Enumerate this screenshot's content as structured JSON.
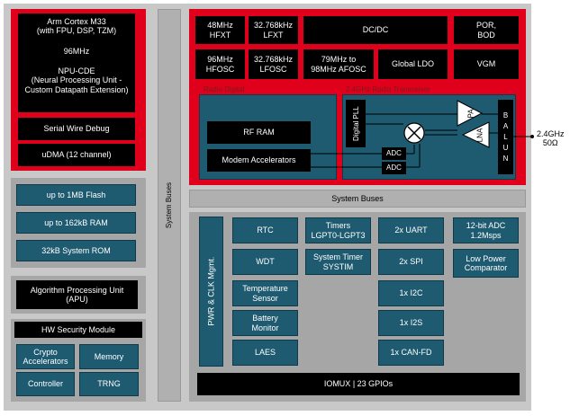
{
  "cpu": {
    "core": "Arm Cortex M33\n(with FPU, DSP, TZM)",
    "freq": "96MHz",
    "npu": "NPU-CDE\n(Neural Processing Unit -\nCustom Datapath Extension)",
    "swd": "Serial Wire Debug",
    "udma": "uDMA (12 channel)"
  },
  "memory": {
    "flash": "up to 1MB Flash",
    "ram": "up to 162kB RAM",
    "rom": "32kB System ROM"
  },
  "apu": "Algorithm Processing Unit\n(APU)",
  "hsm": {
    "title": "HW Security Module",
    "crypto": "Crypto\nAccelerators",
    "memory": "Memory",
    "controller": "Controller",
    "trng": "TRNG"
  },
  "system_buses_vertical": "System Buses",
  "system_buses_horizontal": "System Buses",
  "clocks": {
    "hfxt": "48MHz\nHFXT",
    "lfxt": "32.768kHz\nLFXT",
    "dcdc": "DC/DC",
    "por": "POR,\nBOD",
    "hfosc": "96MHz\nHFOSC",
    "lfosc": "32.768kHz\nLFOSC",
    "afosc": "79MHz to\n98MHz AFOSC",
    "ldo": "Global LDO",
    "vgm": "VGM"
  },
  "radio": {
    "digital_title": "Radio Digital",
    "transceiver_title": "2.4GHz Radio Transceiver",
    "rf_ram": "RF RAM",
    "modem": "Modem Accelerators",
    "digital_pll": "Digital PLL",
    "adc1": "ADC",
    "adc2": "ADC",
    "pa": "PA",
    "lna": "LNA",
    "balun": "B\nA\nL\nU\nN",
    "antenna": "2.4GHz\n50Ω"
  },
  "peripherals": {
    "pwr": "PWR & CLK Mgmt.",
    "rtc": "RTC",
    "wdt": "WDT",
    "temp": "Temperature\nSensor",
    "battery": "Battery\nMonitor",
    "laes": "LAES",
    "timers": "Timers\nLGPT0-LGPT3",
    "systimer": "System Timer\nSYSTIM",
    "uart": "2x UART",
    "spi": "2x SPI",
    "i2c": "1x I2C",
    "i2s": "1x I2S",
    "can": "1x CAN-FD",
    "adc": "12-bit ADC\n1.2Msps",
    "comparator": "Low Power\nComparator",
    "iomux": "IOMUX | 23 GPIOs"
  }
}
